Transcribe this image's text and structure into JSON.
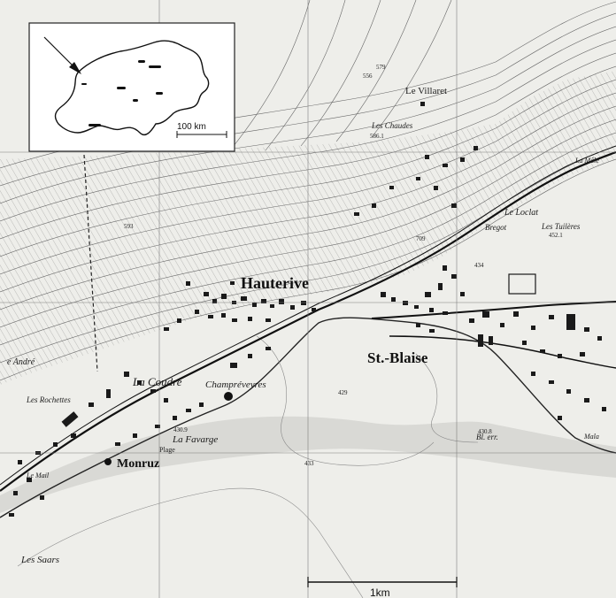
{
  "places": {
    "hauterive": "Hauterive",
    "st_blaise": "St.-Blaise",
    "champreveyres": "Champréveyres",
    "la_coudre": "La Coudre",
    "la_favarge": "La Favarge",
    "plage": "Plage",
    "monruz": "Monruz",
    "les_saars": "Les Saars",
    "le_villaret": "Le Villaret",
    "les_chaudes": "Les Chaudes",
    "le_loclat": "Le Loclat",
    "les_tuileres": "Les Tuilères",
    "bregot": "Bregot",
    "les_rochettes": "Les Rochettes",
    "le_mail": "Le Mail",
    "bl_err": "Bl. err.",
    "la_male": "La Mâle",
    "maladiere": "Mala",
    "st_andre": "e André"
  },
  "elevations": {
    "lake": "429",
    "lake_b": "433",
    "shore_1": "430.9",
    "shore_2": "430.8",
    "town_1": "434",
    "town_2": "452.1",
    "hill_1": "556",
    "hill_2": "586.1",
    "hill_3": "579",
    "hill_4": "709",
    "hill_5": "593"
  },
  "inset": {
    "scale_label": "100 km",
    "arrow": "location-arrow"
  },
  "scale": {
    "label": "1km"
  },
  "colors": {
    "paper": "#eeeeea",
    "ink": "#1a1a1a",
    "lake_shade": "#d6d6d2",
    "grid": "#7d7d7d"
  }
}
